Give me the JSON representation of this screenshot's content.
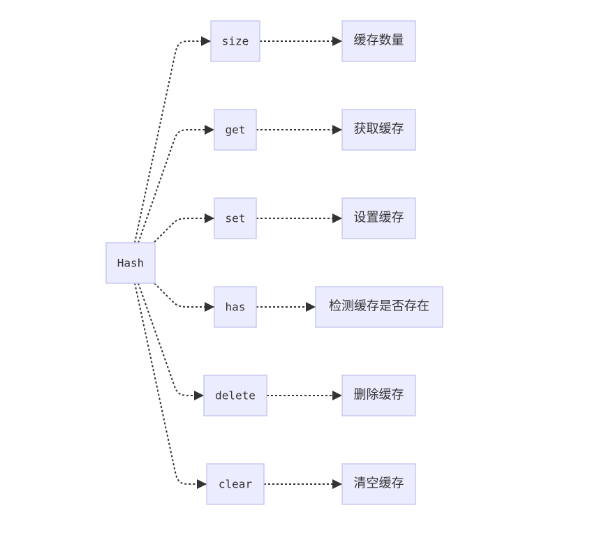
{
  "diagram": {
    "root": {
      "label": "Hash"
    },
    "methods": [
      {
        "label": "size",
        "description": "缓存数量"
      },
      {
        "label": "get",
        "description": "获取缓存"
      },
      {
        "label": "set",
        "description": "设置缓存"
      },
      {
        "label": "has",
        "description": "检测缓存是否存在"
      },
      {
        "label": "delete",
        "description": "删除缓存"
      },
      {
        "label": "clear",
        "description": "清空缓存"
      }
    ]
  },
  "colors": {
    "node_fill": "#ECECFF",
    "node_stroke": "#C8C8F2",
    "edge": "#333333",
    "text": "#333333"
  }
}
